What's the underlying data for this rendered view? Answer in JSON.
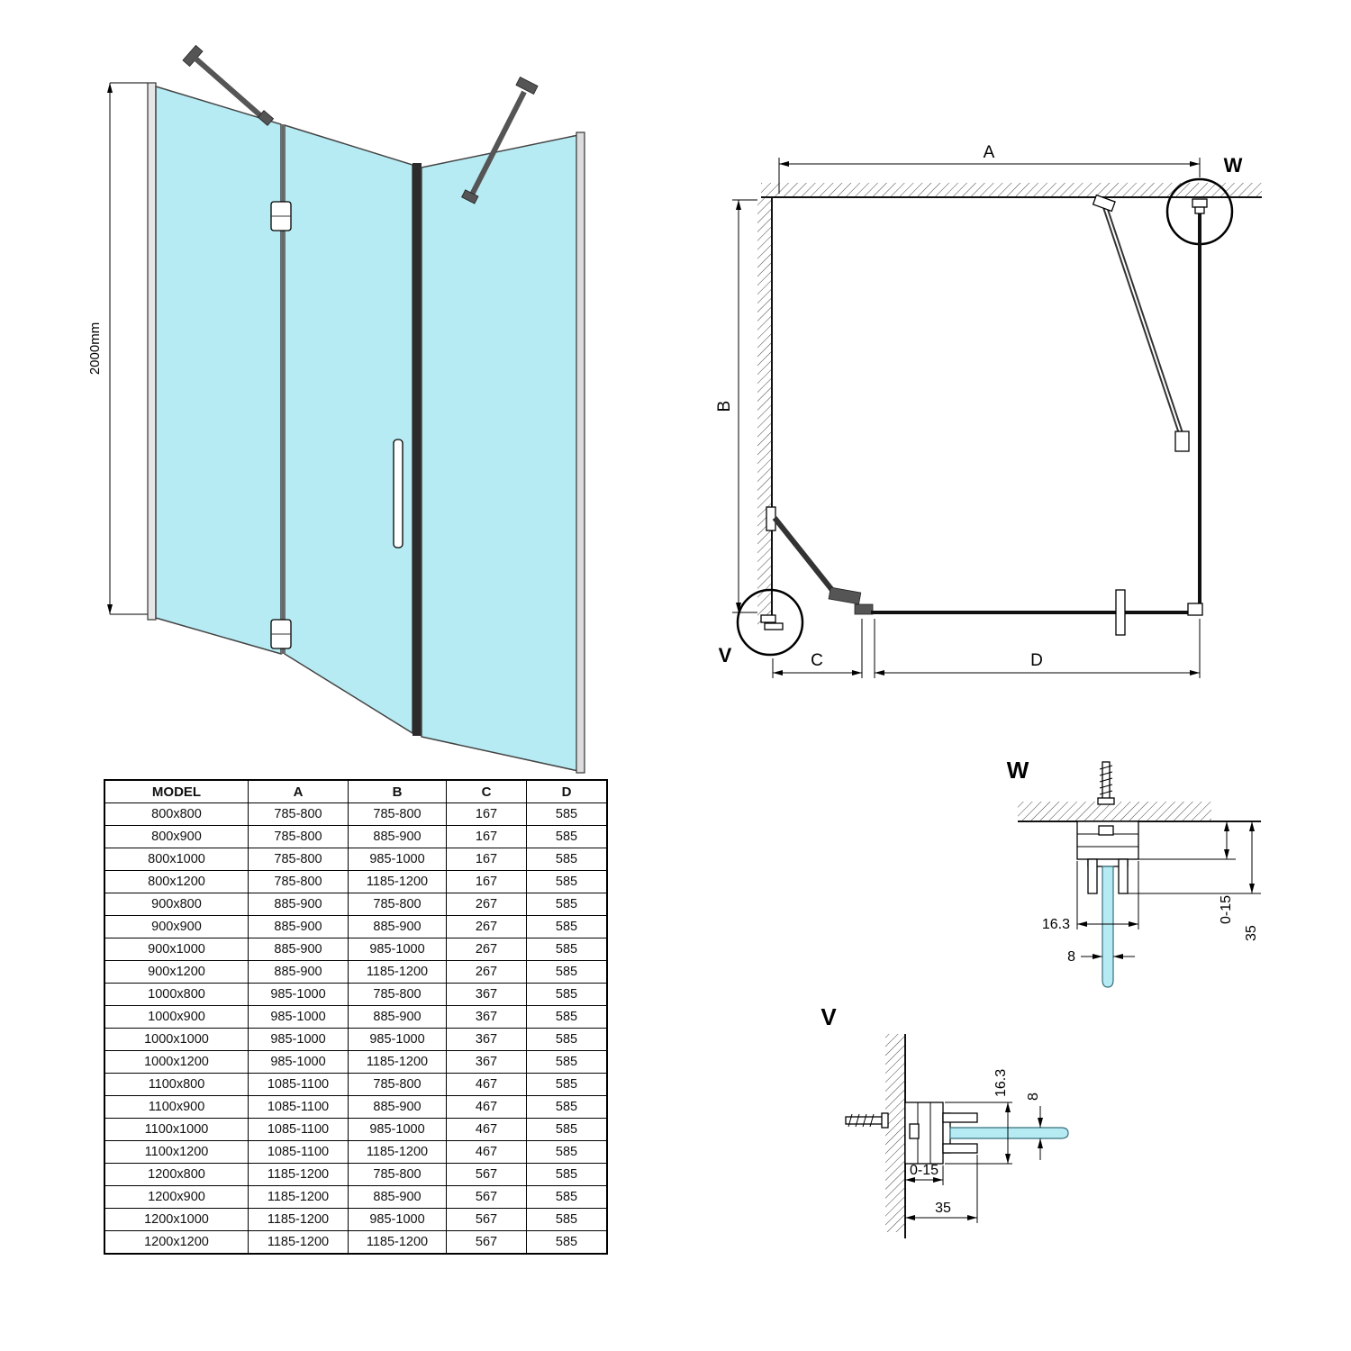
{
  "front_view": {
    "height_label": "2000mm"
  },
  "plan_view": {
    "dim_a": "A",
    "dim_b": "B",
    "dim_c": "C",
    "dim_d": "D",
    "detail_w_label": "W",
    "detail_v_label": "V"
  },
  "detail_w": {
    "title": "W",
    "dim_width": "16.3",
    "dim_glass": "8",
    "dim_adjust": "0-15",
    "dim_total": "35"
  },
  "detail_v": {
    "title": "V",
    "dim_width": "16.3",
    "dim_glass": "8",
    "dim_adjust": "0-15",
    "dim_total": "35"
  },
  "table": {
    "headers": [
      "MODEL",
      "A",
      "B",
      "C",
      "D"
    ],
    "rows": [
      [
        "800x800",
        "785-800",
        "785-800",
        "167",
        "585"
      ],
      [
        "800x900",
        "785-800",
        "885-900",
        "167",
        "585"
      ],
      [
        "800x1000",
        "785-800",
        "985-1000",
        "167",
        "585"
      ],
      [
        "800x1200",
        "785-800",
        "1185-1200",
        "167",
        "585"
      ],
      [
        "900x800",
        "885-900",
        "785-800",
        "267",
        "585"
      ],
      [
        "900x900",
        "885-900",
        "885-900",
        "267",
        "585"
      ],
      [
        "900x1000",
        "885-900",
        "985-1000",
        "267",
        "585"
      ],
      [
        "900x1200",
        "885-900",
        "1185-1200",
        "267",
        "585"
      ],
      [
        "1000x800",
        "985-1000",
        "785-800",
        "367",
        "585"
      ],
      [
        "1000x900",
        "985-1000",
        "885-900",
        "367",
        "585"
      ],
      [
        "1000x1000",
        "985-1000",
        "985-1000",
        "367",
        "585"
      ],
      [
        "1000x1200",
        "985-1000",
        "1185-1200",
        "367",
        "585"
      ],
      [
        "1100x800",
        "1085-1100",
        "785-800",
        "467",
        "585"
      ],
      [
        "1100x900",
        "1085-1100",
        "885-900",
        "467",
        "585"
      ],
      [
        "1100x1000",
        "1085-1100",
        "985-1000",
        "467",
        "585"
      ],
      [
        "1100x1200",
        "1085-1100",
        "1185-1200",
        "467",
        "585"
      ],
      [
        "1200x800",
        "1185-1200",
        "785-800",
        "567",
        "585"
      ],
      [
        "1200x900",
        "1185-1200",
        "885-900",
        "567",
        "585"
      ],
      [
        "1200x1000",
        "1185-1200",
        "985-1000",
        "567",
        "585"
      ],
      [
        "1200x1200",
        "1185-1200",
        "1185-1200",
        "567",
        "585"
      ]
    ]
  },
  "colors": {
    "glass": "#b7ebf3",
    "line": "#000000"
  }
}
